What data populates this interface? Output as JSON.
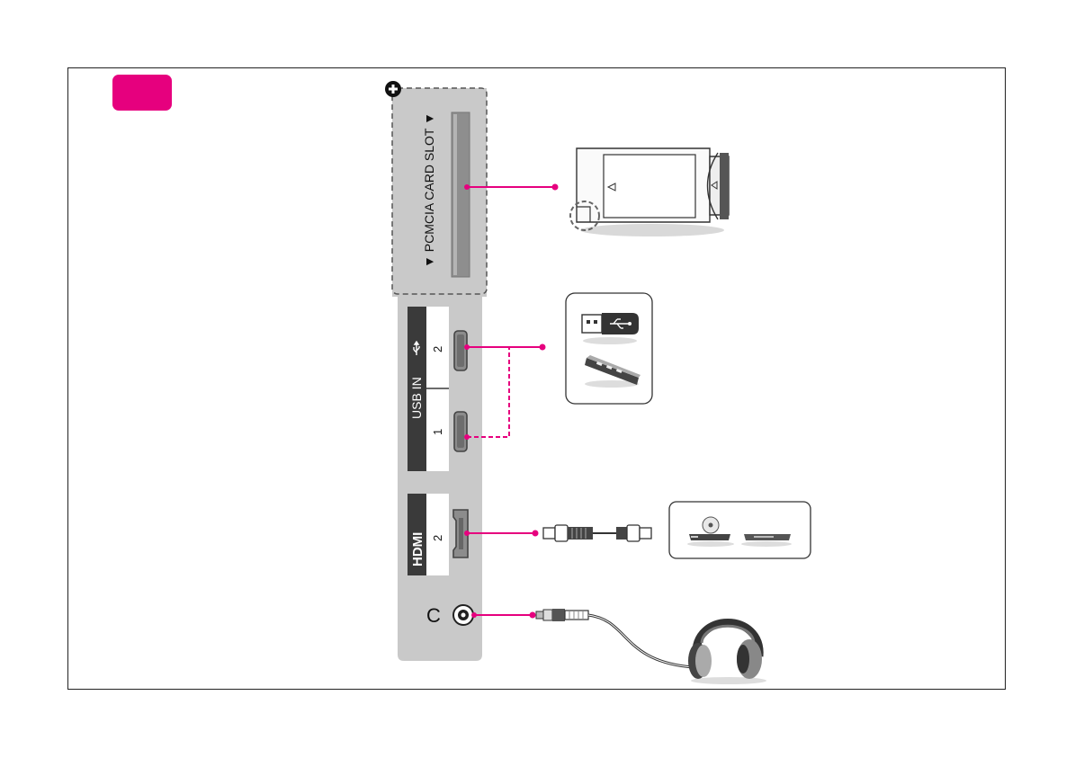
{
  "colors": {
    "accent": "#e6007e",
    "panel": "#c9c9c9",
    "frame": "#222222",
    "label_dark": "#3a3a3a"
  },
  "badge": {
    "label": ""
  },
  "panel": {
    "pcmcia_label": "▼ PCMCIA CARD SLOT ▼",
    "usb_label": "USB IN",
    "usb_port_1": "1",
    "usb_port_2": "2",
    "hdmi_logo": "HDMI",
    "hdmi_port": "2",
    "headphone_symbol": "C"
  },
  "icons": {
    "add": "plus-circle-icon",
    "ci_card": "ci-card-icon",
    "usb_stick": "usb-stick-icon",
    "usb_hub": "usb-hub-icon",
    "hdmi_cable": "hdmi-cable-icon",
    "dvd_player": "dvd-player-icon",
    "set_top_box": "set-top-box-icon",
    "headphones": "headphones-icon",
    "usb_symbol": "usb-symbol-icon"
  }
}
